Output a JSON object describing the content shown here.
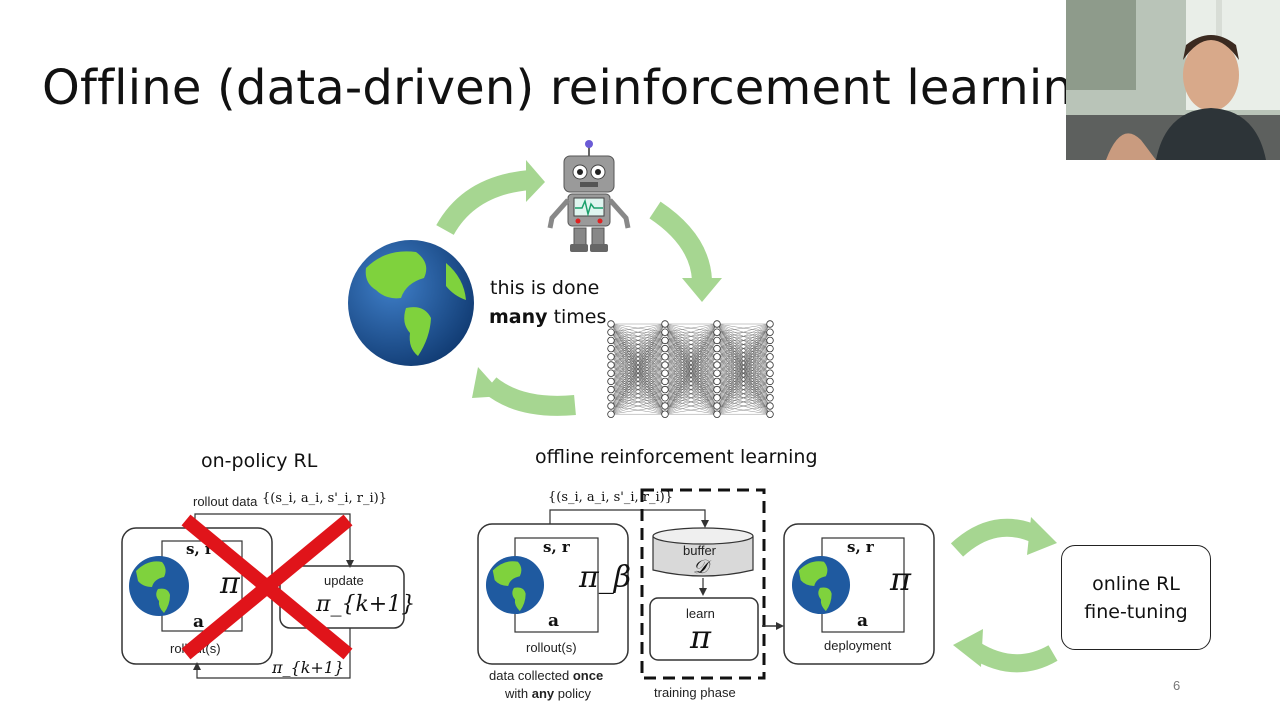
{
  "slide": {
    "title": "Offline (data-driven) reinforcement learning",
    "page_number": "6"
  },
  "top_cycle": {
    "caption_line1": "this is done",
    "caption_bold": "many",
    "caption_rest": " times"
  },
  "on_policy": {
    "heading": "on-policy RL",
    "rollout_data_label": "rollout data",
    "data_set": "{(s_i, a_i, s'_i, r_i)}",
    "sr_label": "s, r",
    "a_label": "a",
    "pi_label": "π",
    "rollout_label": "rollout(s)",
    "update_label": "update",
    "pi_k1_label": "π_{k+1}",
    "pi_k1_bottom": "π_{k+1}"
  },
  "offline": {
    "heading": "offline reinforcement learning",
    "data_set": "{(s_i, a_i, s'_i, r_i)}",
    "sr_label": "s, r",
    "a_label": "a",
    "pi_beta_label": "π_β",
    "rollout_label": "rollout(s)",
    "buffer_label": "buffer",
    "buffer_symbol": "𝒟",
    "learn_label": "learn",
    "learn_pi": "π",
    "training_phase": "training phase",
    "data_collected_prefix": "data collected ",
    "data_collected_bold": "once",
    "with_prefix": "with ",
    "with_bold": "any",
    "with_suffix": " policy",
    "deploy_sr": "s, r",
    "deploy_a": "a",
    "deploy_pi": "π",
    "deployment_label": "deployment"
  },
  "online_box": {
    "line1": "online RL",
    "line2": "fine-tuning"
  },
  "colors": {
    "arrow_green": "#9ccf86",
    "cross_red": "#e0141a",
    "globe_ocean": "#1f5aa0",
    "globe_land": "#7ccf3a"
  }
}
